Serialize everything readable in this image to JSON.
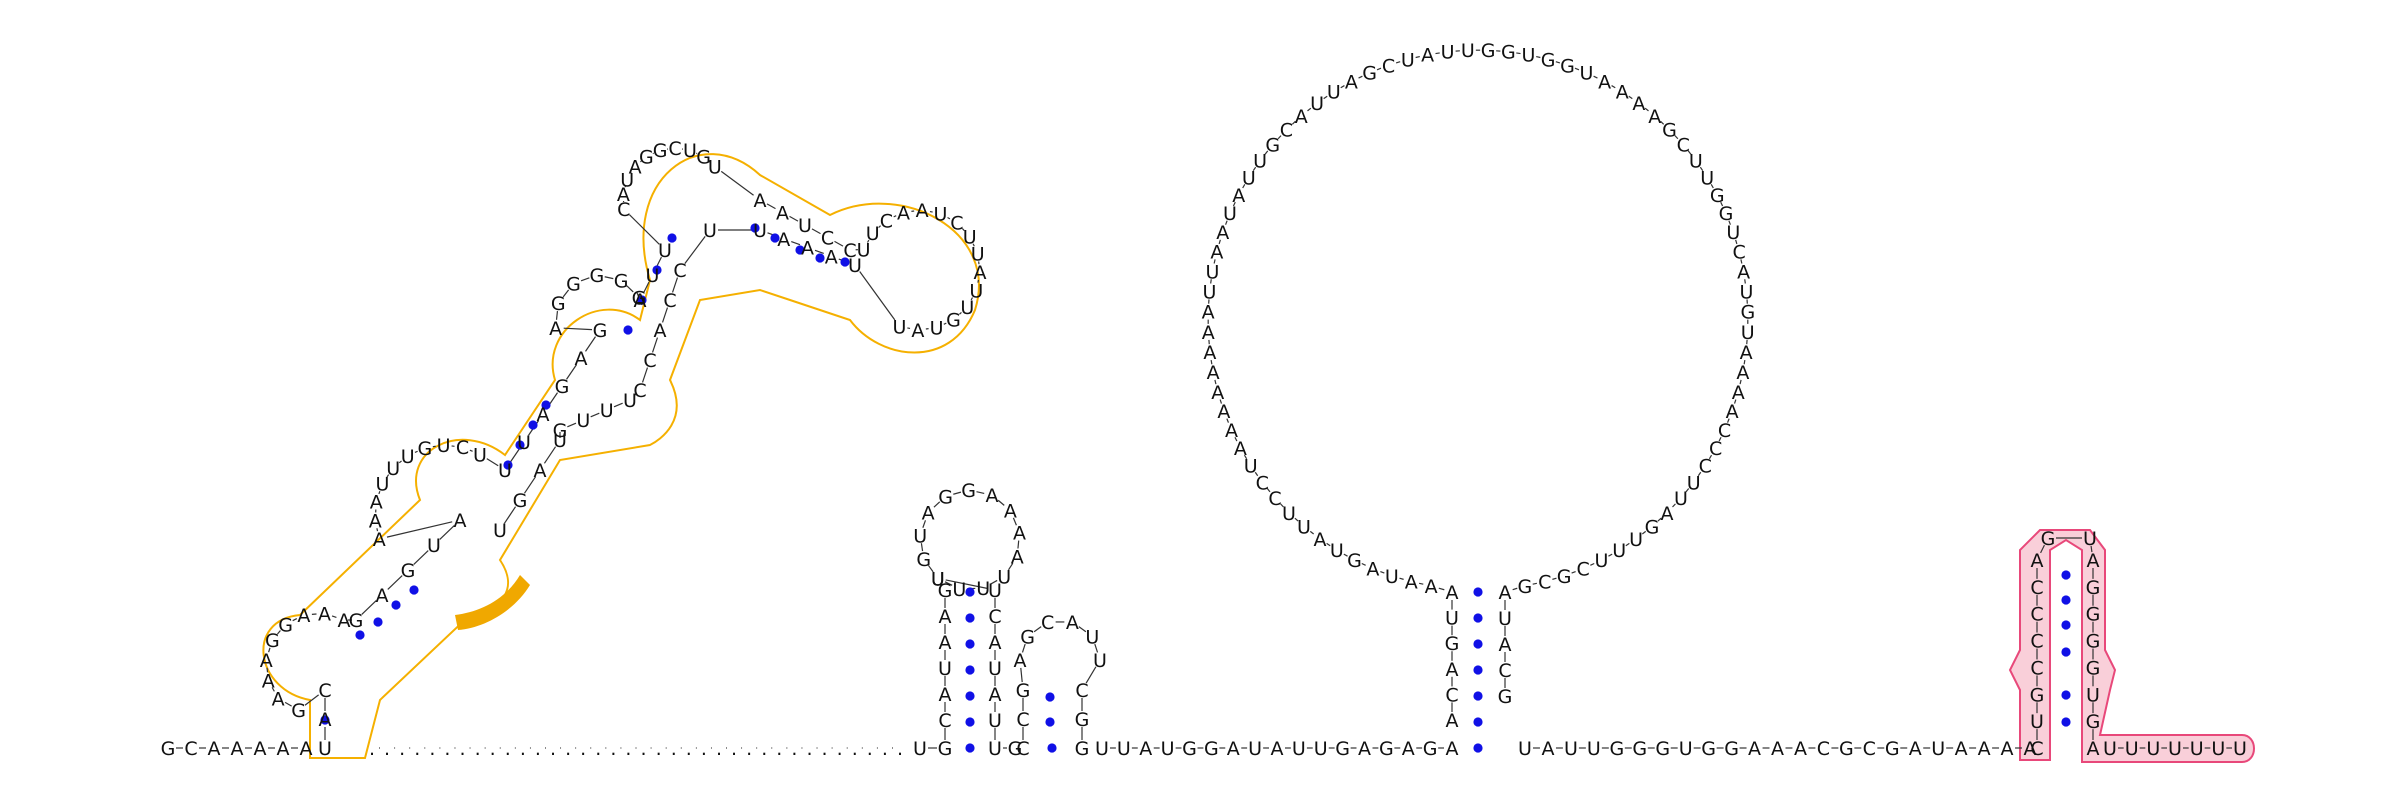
{
  "colors": {
    "backbone": "#333333",
    "pair": "#1010e6",
    "highlight_yellow": "#f5b000",
    "highlight_orange": "#f0a800",
    "highlight_pink": "#e8487a",
    "pink_fill": "#f9cfd9"
  },
  "strands": {
    "five_prime_tail": "GCAAAAA",
    "hairpin1": "UACGAAAGGAAAGAGUAAAAUUUGUCUUUAGAGAGGGGGAUUCAUAGGCUGUAAUCCUUCAAUCUUAUUGUAUUAAAUUCCACCUUUGUAGU",
    "spacer1": "........................................................................................",
    "hairpin2": "UGCAUAAGUUUUAAAAGGAUGUUCAUAUUG",
    "hairpin3": "CCGAGCAUUCGG",
    "linker1": "UUAUGGAUAUUGAGAGA",
    "hairpin4": "ACAGUAAAUAGUAUUCCUAAAAAAAAUUAAUAUUGCAUUAGCUAUUGGUGGUAAAAGCUUGGUCAUGUAAAACCCUUAGUUUCGCGAUACG",
    "linker2": "UAUUGGGUGGAAACGCGAUAAAA",
    "hairpin5": "CUGCCCCAGUAGGGGUGAG",
    "three_prime_tail": "UUUUUUU"
  }
}
